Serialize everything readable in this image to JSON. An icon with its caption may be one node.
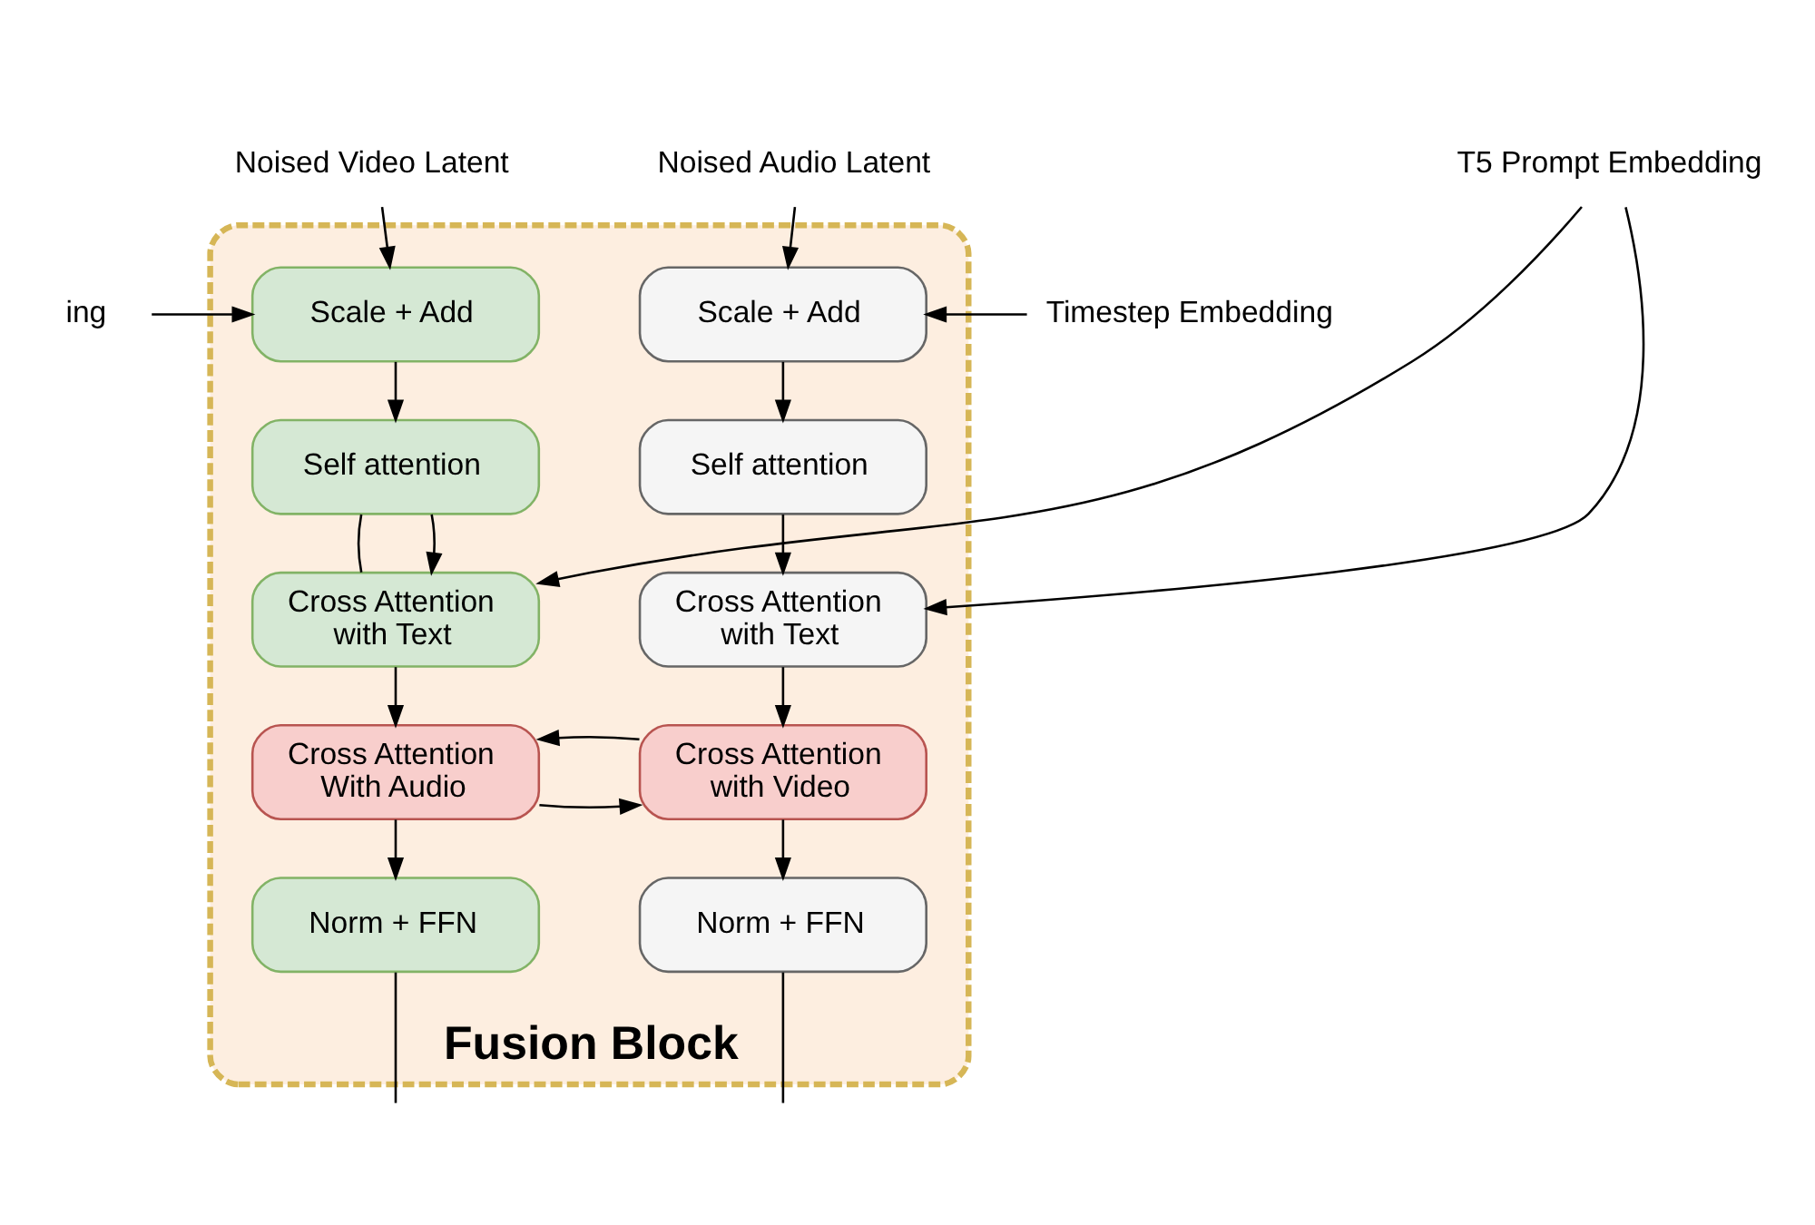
{
  "diagram": {
    "nodes": [
      {
        "text": [
          "Fusion Block"
        ]
      },
      {
        "text": [
          "Noised Video Latent"
        ]
      },
      {
        "text": [
          "T5 Prompt Embedding"
        ]
      },
      {
        "text": [
          "Noised Audio Latent"
        ]
      },
      {
        "text": [
          "ing"
        ]
      },
      {
        "text": [
          "Scale + Add"
        ],
        "in": 0
      },
      {
        "text": [
          "Scale + Add"
        ],
        "in": 0
      },
      {
        "text": [
          "Timestep Embedding"
        ]
      },
      {
        "text": [
          "Self attention"
        ],
        "in": 0
      },
      {
        "text": [
          "Self attention"
        ],
        "in": 0
      },
      {
        "text": [
          "Cross Attention with Text"
        ],
        "in": 0
      },
      {
        "text": [
          "Cross Attention with Text"
        ],
        "in": 0
      },
      {
        "text": [
          "Cross Attention With Audio"
        ],
        "in": 0
      },
      {
        "text": [
          "Cross Attention with Video"
        ],
        "in": 0
      },
      {
        "text": [
          "Norm + FFN"
        ],
        "in": 0
      },
      {
        "text": [
          "Norm + FFN"
        ],
        "in": 0
      }
    ],
    "edges": [
      {
        "from": 1,
        "to": 5,
        "arrow": "to"
      },
      {
        "from": 4,
        "to": 5,
        "arrow": "to"
      },
      {
        "from": 3,
        "to": 6,
        "arrow": "to"
      },
      {
        "from": 7,
        "to": 6,
        "arrow": "to"
      },
      {
        "from": 5,
        "to": 8,
        "arrow": "to"
      },
      {
        "from": 6,
        "to": 9,
        "arrow": "to"
      },
      {
        "from": 8,
        "to": 10,
        "arrow": "none"
      },
      {
        "from": 8,
        "to": 10,
        "arrow": "to"
      },
      {
        "from": 9,
        "to": 11,
        "arrow": "to"
      },
      {
        "from": 2,
        "to": 10,
        "arrow": "to"
      },
      {
        "from": 2,
        "to": 11,
        "arrow": "to"
      },
      {
        "from": 10,
        "to": 12,
        "arrow": "to"
      },
      {
        "from": 11,
        "to": 13,
        "arrow": "to"
      },
      {
        "from": 12,
        "to": 13,
        "arrow": "to"
      },
      {
        "from": 13,
        "to": 12,
        "arrow": "to"
      },
      {
        "from": 12,
        "to": 14,
        "arrow": "to"
      },
      {
        "from": 13,
        "to": 15,
        "arrow": "to"
      },
      {
        "from": 14,
        "to": null,
        "arrow": "none"
      },
      {
        "from": 15,
        "to": null,
        "arrow": "none"
      }
    ]
  }
}
